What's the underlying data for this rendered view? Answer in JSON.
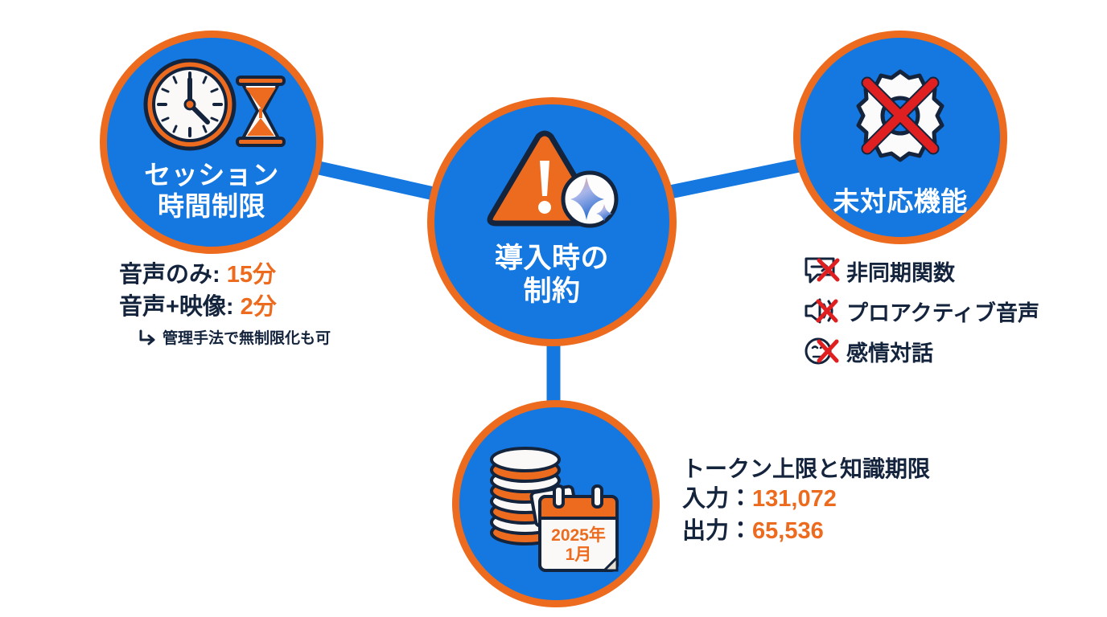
{
  "theme": {
    "blue": "#1478e0",
    "orange": "#ec6b1e",
    "navy": "#14243d",
    "red": "#e02020",
    "white": "#ffffff",
    "background": "#ffffff"
  },
  "center": {
    "label": "導入時の\n制約",
    "icons": [
      "warning-triangle-icon",
      "sparkle-icon"
    ]
  },
  "session": {
    "label": "セッション\n時間制限",
    "icons": [
      "clock-icon",
      "hourglass-icon"
    ],
    "limits": [
      {
        "name": "音声のみ:",
        "value": "15分"
      },
      {
        "name": "音声+映像:",
        "value": "2分"
      }
    ],
    "note": "管理手法で無制限化も可",
    "note_arrow_icon": "corner-down-right-arrow-icon"
  },
  "unsupported": {
    "label": "未対応機能",
    "icon": "crossed-out-gear-icon",
    "items": [
      {
        "label": "非同期関数",
        "icon": "speech-bubble-arrow-crossed-icon"
      },
      {
        "label": "プロアクティブ音声",
        "icon": "speaker-crossed-icon"
      },
      {
        "label": "感情対話",
        "icon": "face-crossed-icon"
      }
    ]
  },
  "tokens": {
    "icons": [
      "coin-stack-icon",
      "calendar-icon"
    ],
    "calendar": {
      "year": "2025年",
      "month": "1月"
    },
    "title": "トークン上限と知識期限",
    "rows": [
      {
        "name": "入力：",
        "value": "131,072"
      },
      {
        "name": "出力：",
        "value": "65,536"
      }
    ]
  }
}
